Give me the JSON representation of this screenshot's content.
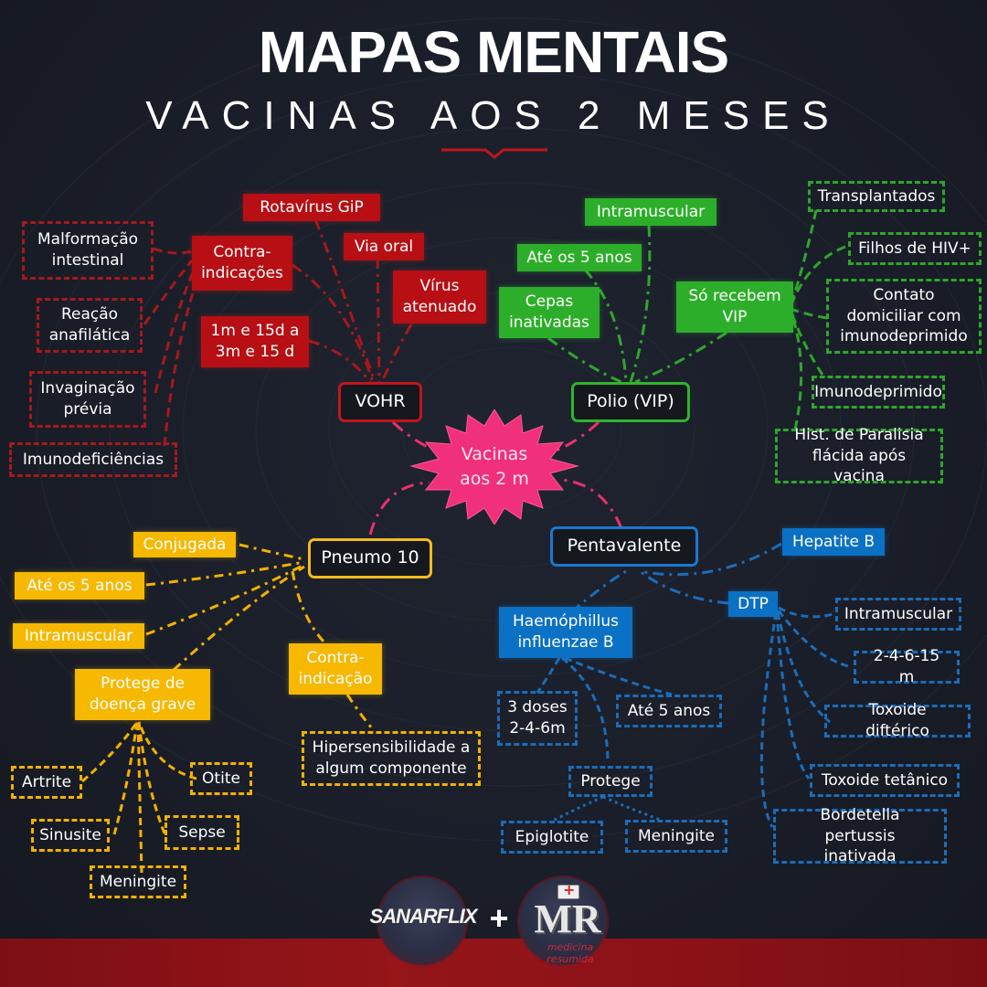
{
  "header": {
    "title": "MAPAS MENTAIS",
    "subtitle": "VACINAS AOS 2 MESES"
  },
  "center": {
    "label": "Vacinas\naos 2 m",
    "color": "#f0307a"
  },
  "colors": {
    "red": "#b70f14",
    "green": "#2dae2a",
    "yellow": "#f6b800",
    "blue": "#0b71c4",
    "background": "#1b1f2a",
    "footer": "#8b1217"
  },
  "vohr": {
    "hub": "VOHR",
    "contraindicacoes": "Contra-\nindicações",
    "rotavirus": "Rotavírus GiP",
    "via_oral": "Via oral",
    "virus_atenuado": "Vírus\natenuado",
    "idade": "1m e 15d a\n3m e 15 d",
    "contra_items": [
      "Malformação\nintestinal",
      "Reação\nanafilática",
      "Invaginação\nprévia",
      "Imunodeficiências"
    ]
  },
  "polio": {
    "hub": "Polio (VIP)",
    "intramuscular": "Intramuscular",
    "ate_5_anos": "Até os 5 anos",
    "cepas": "Cepas\ninativadas",
    "so_recebem": "Só recebem\nVIP",
    "vip_items": [
      "Transplantados",
      "Filhos de HIV+",
      "Contato\ndomiciliar com\nimunodeprimido",
      "Imunodeprimido",
      "Hist. de Paralisia\nflácida após vacina"
    ]
  },
  "pneumo": {
    "hub": "Pneumo 10",
    "conjugada": "Conjugada",
    "ate_5_anos": "Até os 5 anos",
    "intramuscular": "Intramuscular",
    "protege": "Protege de\ndoença grave",
    "contraindicacao": "Contra-\nindicação",
    "hipersensibilidade": "Hipersensibilidade a\nalgum componente",
    "doencas": [
      "Artrite",
      "Otite",
      "Sinusite",
      "Sepse",
      "Meningite"
    ]
  },
  "penta": {
    "hub": "Pentavalente",
    "hepatite_b": "Hepatite B",
    "dtp": "DTP",
    "hib": "Haemóphillus\ninfluenzae B",
    "hib_items": [
      "3 doses\n2-4-6m",
      "Até 5 anos",
      "Protege"
    ],
    "protege_items": [
      "Epiglotite",
      "Meningite"
    ],
    "dtp_items": [
      "Intramuscular",
      "2-4-6-15 m",
      "Toxoide diftérico",
      "Toxoide tetânico",
      "Bordetella pertussis\ninativada"
    ]
  },
  "footer": {
    "logo_left": "SANARFLIX",
    "plus": "+",
    "logo_right": "MR",
    "logo_right_sub": "medicina resumida"
  }
}
